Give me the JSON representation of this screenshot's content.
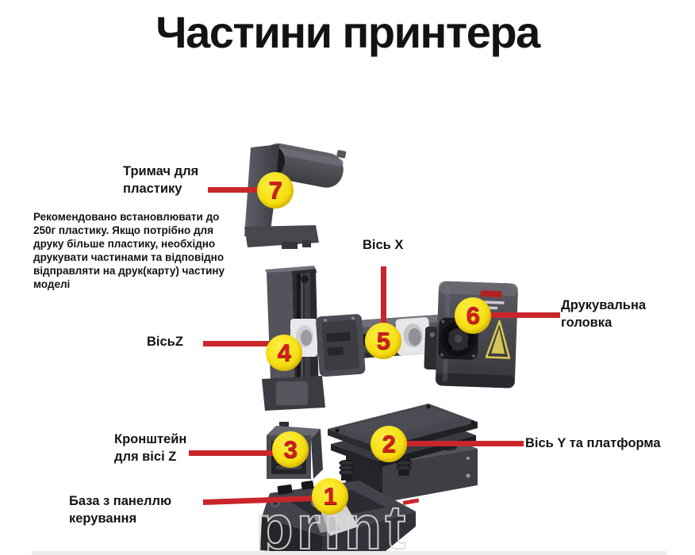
{
  "title": "Частини принтера",
  "note": "Рекомендовано встановлювати до 250г пластику. Якщо потрібно для друку більше пластику, необхідно друкувати частинами та відповідно відправляти на друк(карту) частину моделі",
  "watermark": "print",
  "colors": {
    "accent_red": "#c9262c",
    "badge_yellow": "#f6df12",
    "badge_number_red": "#d31e1e",
    "text_black": "#141414",
    "part_dark_gray": "#46464e",
    "carriage_white": "#e9e9ec",
    "sticker_yellow": "#dcc94e"
  },
  "callouts": [
    {
      "num": "1",
      "label": "База з панеллю керування"
    },
    {
      "num": "2",
      "label": "Вісь Y та платформа"
    },
    {
      "num": "3",
      "label": "Кронштейн для вісі Z"
    },
    {
      "num": "4",
      "label": "ВісьZ"
    },
    {
      "num": "5",
      "label": "Вісь X"
    },
    {
      "num": "6",
      "label": "Друкувальна головка"
    },
    {
      "num": "7",
      "label": "Тримач для пластику"
    }
  ]
}
